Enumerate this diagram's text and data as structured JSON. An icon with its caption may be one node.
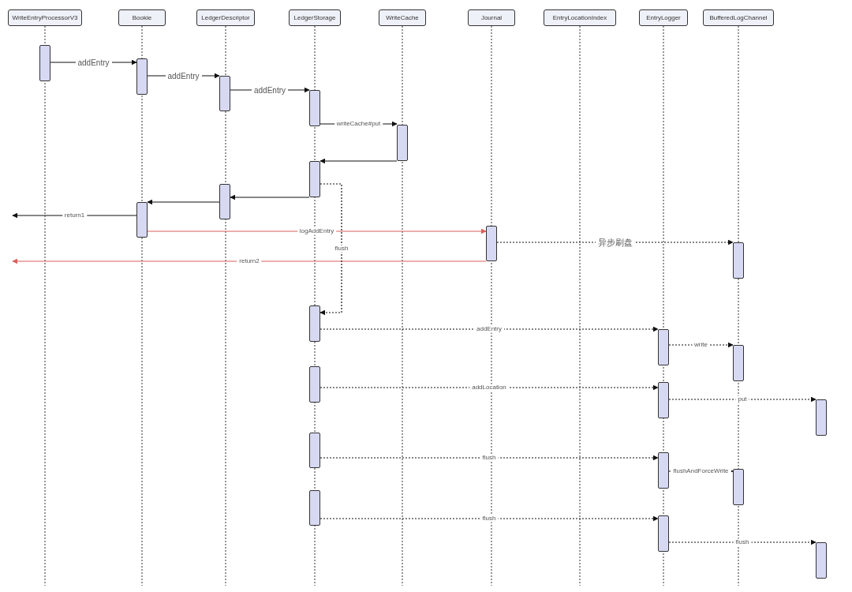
{
  "diagram": {
    "nodes": [
      {
        "text": [
          "WriteEntryProcessorV3"
        ]
      },
      {
        "text": [
          "Bookie"
        ]
      },
      {
        "text": [
          "LedgerDescriptor"
        ]
      },
      {
        "text": [
          "LedgerStorage"
        ]
      },
      {
        "text": [
          "WriteCache"
        ]
      },
      {
        "text": [
          "Journal"
        ]
      },
      {
        "text": [
          "EntryLocationIndex"
        ]
      },
      {
        "text": [
          "EntryLogger"
        ]
      },
      {
        "text": [
          "BufferedLogChannel"
        ]
      },
      {
        "text": [],
        "shape": "bar"
      },
      {
        "text": [],
        "shape": "bar"
      },
      {
        "text": [],
        "shape": "bar"
      },
      {
        "text": [],
        "shape": "bar"
      },
      {
        "text": [],
        "shape": "bar"
      },
      {
        "text": [],
        "shape": "bar"
      },
      {
        "text": [],
        "shape": "bar"
      },
      {
        "text": [],
        "shape": "bar"
      },
      {
        "text": [],
        "shape": "bar"
      },
      {
        "text": [],
        "shape": "bar"
      },
      {
        "text": [],
        "shape": "bar"
      },
      {
        "text": [],
        "shape": "bar"
      },
      {
        "text": [],
        "shape": "bar"
      },
      {
        "text": [],
        "shape": "bar"
      },
      {
        "text": [],
        "shape": "bar"
      },
      {
        "text": [],
        "shape": "bar"
      },
      {
        "text": [],
        "shape": "bar"
      },
      {
        "text": [],
        "shape": "bar"
      },
      {
        "text": [],
        "shape": "bar"
      },
      {
        "text": [],
        "shape": "bar"
      },
      {
        "text": [],
        "shape": "bar"
      },
      {
        "text": [],
        "shape": "bar"
      }
    ],
    "edges": [
      {
        "from": 9,
        "to": 10,
        "arrow": "to",
        "label": "addEntry"
      },
      {
        "from": 10,
        "to": 11,
        "arrow": "to",
        "label": "addEntry"
      },
      {
        "from": 11,
        "to": 12,
        "arrow": "to",
        "label": "addEntry"
      },
      {
        "from": 12,
        "to": 13,
        "arrow": "to",
        "label": "writeCache#put"
      },
      {
        "from": 13,
        "to": 14,
        "arrow": "to"
      },
      {
        "from": 14,
        "to": 15,
        "arrow": "to"
      },
      {
        "from": 15,
        "to": 16,
        "arrow": "to"
      },
      {
        "from": 16,
        "to": null,
        "arrow": "to",
        "label": "return1"
      },
      {
        "from": 16,
        "to": 17,
        "arrow": "to",
        "label": "logAddEntry",
        "color": "#d9605a"
      },
      {
        "from": 17,
        "to": 18,
        "arrow": "to",
        "label": "异步刷盘",
        "style": "dashed"
      },
      {
        "from": 17,
        "to": null,
        "arrow": "to",
        "label": "return2",
        "color": "#d9605a"
      },
      {
        "from": 14,
        "to": 19,
        "arrow": "to",
        "label": "flush",
        "style": "dashed"
      },
      {
        "from": 19,
        "to": 20,
        "arrow": "to",
        "label": "addEntry",
        "style": "dashed"
      },
      {
        "from": 20,
        "to": 21,
        "arrow": "to",
        "label": "write",
        "style": "dashed"
      },
      {
        "from": 22,
        "to": 23,
        "arrow": "to",
        "label": "addLocation",
        "style": "dashed"
      },
      {
        "from": 23,
        "to": 24,
        "arrow": "to",
        "label": "put",
        "style": "dashed"
      },
      {
        "from": 25,
        "to": 26,
        "arrow": "to",
        "label": "flush",
        "style": "dashed"
      },
      {
        "from": 26,
        "to": 27,
        "arrow": "to",
        "label": "flushAndForceWrite",
        "style": "dashed"
      },
      {
        "from": 28,
        "to": 29,
        "arrow": "to",
        "label": "flush",
        "style": "dashed"
      },
      {
        "from": 29,
        "to": 30,
        "arrow": "to",
        "label": "flush",
        "style": "dashed"
      }
    ]
  }
}
